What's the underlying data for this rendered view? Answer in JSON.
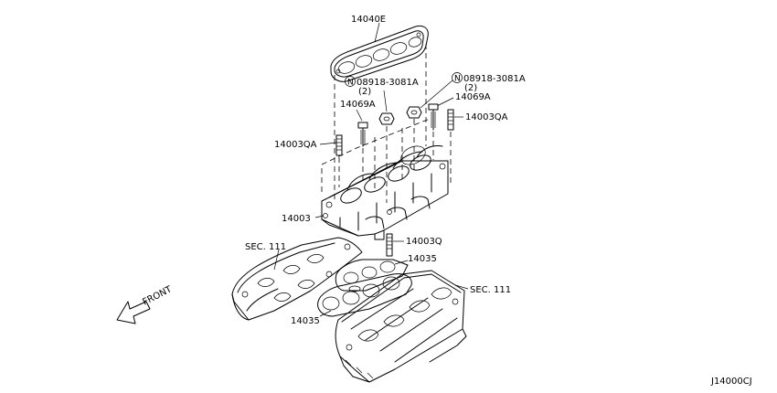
{
  "diagram": {
    "code": "J14000CJ",
    "front_label": "FRONT",
    "labels": {
      "gasket_top": "14040E",
      "nut_left_part": "08918-3081A",
      "nut_left_qty": "(2)",
      "nut_right_part": "08918-3081A",
      "nut_right_qty": "(2)",
      "nut_symbol": "N",
      "stud_left": "14069A",
      "stud_right": "14069A",
      "stud_bolt_left": "14003QA",
      "stud_bolt_right": "14003QA",
      "collector": "14003",
      "stud_bottom": "14003Q",
      "gasket_bottom_right": "14035",
      "gasket_bottom_left": "14035",
      "sec_left": "SEC. 111",
      "sec_right": "SEC. 111"
    }
  }
}
